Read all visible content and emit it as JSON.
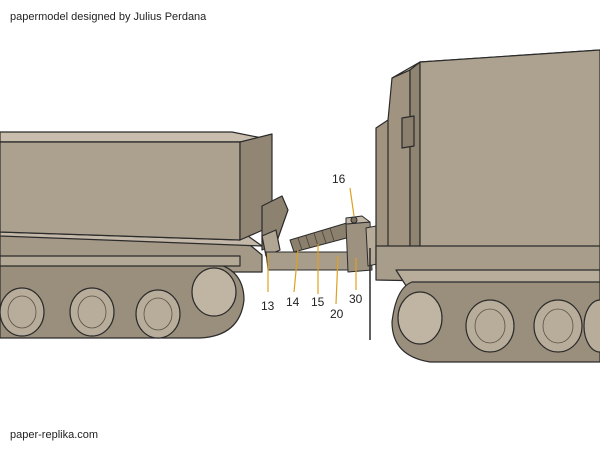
{
  "header": {
    "title": "papermodel designed by Julius Perdana"
  },
  "footer": {
    "site": "paper-replika.com"
  },
  "colors": {
    "hull_top": "#c4b9a9",
    "hull_side": "#a49886",
    "hull_dark": "#857a6a",
    "outline": "#2b2b2b",
    "leader_line": "#e0a020"
  },
  "part_labels": [
    "16",
    "13",
    "14",
    "15",
    "20",
    "30"
  ]
}
